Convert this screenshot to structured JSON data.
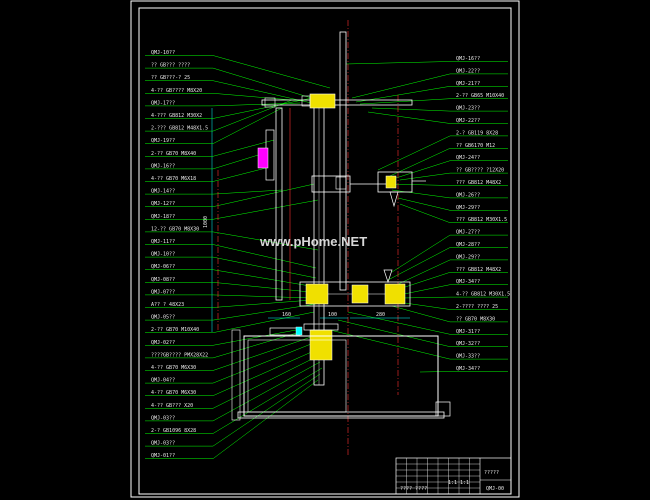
{
  "drawing": {
    "colors": {
      "background": "#000000",
      "frame": "#ffffff",
      "leader": "#00ff00",
      "part_outline": "#ffffff",
      "center_line": "#ff3030",
      "part_fill": "#f0e000",
      "accent": "#ff00ff",
      "dimension": "#00ffff"
    },
    "watermark": "www.pHome.NET",
    "left_labels": [
      "QMJ-10??",
      "?? GB???  ????",
      "?? GB???-?  25",
      "4-?? GB????  M8X20",
      "QMJ-17??",
      "4-??? GB812  M30X2",
      "2-??? GB812  M48X1.5",
      "QMJ-19??",
      "2-?? GB70  M8X40",
      "QMJ-16??",
      "4-?? GB70  M6X18",
      "QMJ-14??",
      "QMJ-12??",
      "QMJ-18??",
      "12-?? GB70  M8X30",
      "QMJ-11??",
      "QMJ-10??",
      "QMJ-06??",
      "QMJ-08??",
      "QMJ-07??",
      "A?? ?  48X23",
      "QMJ-05??",
      "2-?? GB70  M10X40",
      "QMJ-02??",
      "????GB????  PMX28X22",
      "4-?? GB70  M6X30",
      "QMJ-04??",
      "4-?? GB70  M6X30",
      "4-?? GB???  X20",
      "QMJ-03??",
      "2-? GB1096  8X28",
      "QMJ-03??",
      "QMJ-01??"
    ],
    "right_labels": [
      "QMJ-16??",
      "QMJ-22??",
      "QMJ-21??",
      "2-?? GB65  M10X40",
      "QMJ-23??",
      "QMJ-22??",
      "2-? GB119  8X28",
      "?? GB6170  M12",
      "QMJ-24??",
      "?? GB????  ?12X20",
      "??? GB812  M48X2",
      "QMJ-26??",
      "QMJ-29??",
      "??? GB812  M30X1.5",
      "QMJ-27??",
      "QMJ-28??",
      "QMJ-29??",
      "??? GB812  M48X2",
      "QMJ-34??",
      "4-?? GB812  M30X1.5",
      "2-????  ????  25",
      "?? GB70  M8X30",
      "QMJ-31??",
      "QMJ-32??",
      "QMJ-33??",
      "QMJ-34??"
    ],
    "dimensions": [
      "160",
      "100",
      "280",
      "1000"
    ],
    "title_block": {
      "drawing_name": "?????",
      "drawing_code": "QMJ-00",
      "scale_text": "1:1  1:1",
      "row_text": "????  ????"
    }
  }
}
